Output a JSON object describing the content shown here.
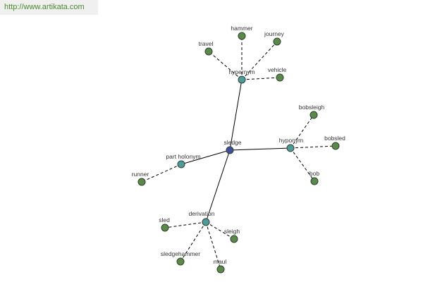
{
  "header": {
    "url": "http://www.artikata.com"
  },
  "colors": {
    "center": "#3f4f9a",
    "relation": "#4f9a9a",
    "leaf": "#5a8a4a"
  },
  "graph": {
    "center": {
      "id": "sledge",
      "label": "sledge"
    },
    "relations": [
      {
        "id": "hypernym",
        "label": "hypernym"
      },
      {
        "id": "hyponym",
        "label": "hyponym"
      },
      {
        "id": "part-holonym",
        "label": "part holonym"
      },
      {
        "id": "derivation",
        "label": "derivation"
      }
    ],
    "leaves": [
      {
        "id": "hammer",
        "label": "hammer",
        "parent": "hypernym"
      },
      {
        "id": "journey",
        "label": "journey",
        "parent": "hypernym"
      },
      {
        "id": "travel",
        "label": "travel",
        "parent": "hypernym"
      },
      {
        "id": "vehicle",
        "label": "vehicle",
        "parent": "hypernym"
      },
      {
        "id": "bobsleigh",
        "label": "bobsleigh",
        "parent": "hyponym"
      },
      {
        "id": "bobsled",
        "label": "bobsled",
        "parent": "hyponym"
      },
      {
        "id": "bob",
        "label": "bob",
        "parent": "hyponym"
      },
      {
        "id": "runner",
        "label": "runner",
        "parent": "part-holonym"
      },
      {
        "id": "sled",
        "label": "sled",
        "parent": "derivation"
      },
      {
        "id": "sleigh",
        "label": "sleigh",
        "parent": "derivation"
      },
      {
        "id": "sledgehammer",
        "label": "sledgehammer",
        "parent": "derivation"
      },
      {
        "id": "maul",
        "label": "maul",
        "parent": "derivation"
      }
    ]
  }
}
